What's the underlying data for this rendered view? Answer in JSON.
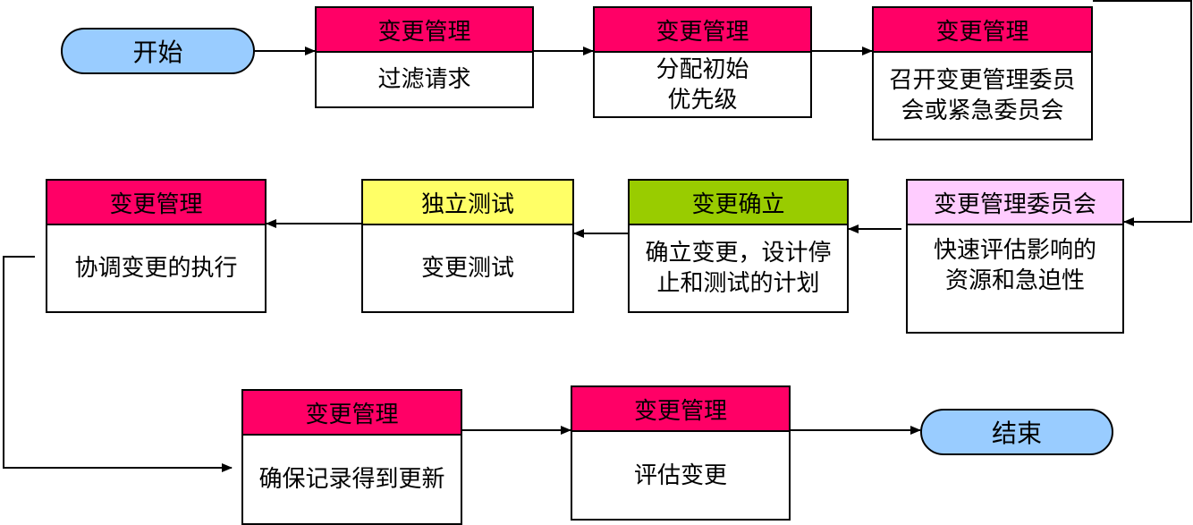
{
  "colors": {
    "header_magenta": "#ff0066",
    "header_yellow": "#ffff66",
    "header_green": "#99cc00",
    "header_pink": "#ffccff",
    "terminal_blue": "#99ccff",
    "line": "#000000"
  },
  "start": {
    "label": "开始"
  },
  "end": {
    "label": "结束"
  },
  "steps": [
    {
      "header": "变更管理",
      "body": [
        "过滤请求"
      ]
    },
    {
      "header": "变更管理",
      "body": [
        "分配初始",
        "优先级"
      ]
    },
    {
      "header": "变更管理",
      "body": [
        "召开变更管理委员",
        "会或紧急委员会"
      ]
    },
    {
      "header": "变更管理委员会",
      "body": [
        "快速评估影响的",
        "资源和急迫性"
      ]
    },
    {
      "header": "变更确立",
      "body": [
        "确立变更，设计停",
        "止和测试的计划"
      ]
    },
    {
      "header": "独立测试",
      "body": [
        "变更测试"
      ]
    },
    {
      "header": "变更管理",
      "body": [
        "协调变更的执行"
      ]
    },
    {
      "header": "变更管理",
      "body": [
        "确保记录得到更新"
      ]
    },
    {
      "header": "变更管理",
      "body": [
        "评估变更"
      ]
    }
  ]
}
